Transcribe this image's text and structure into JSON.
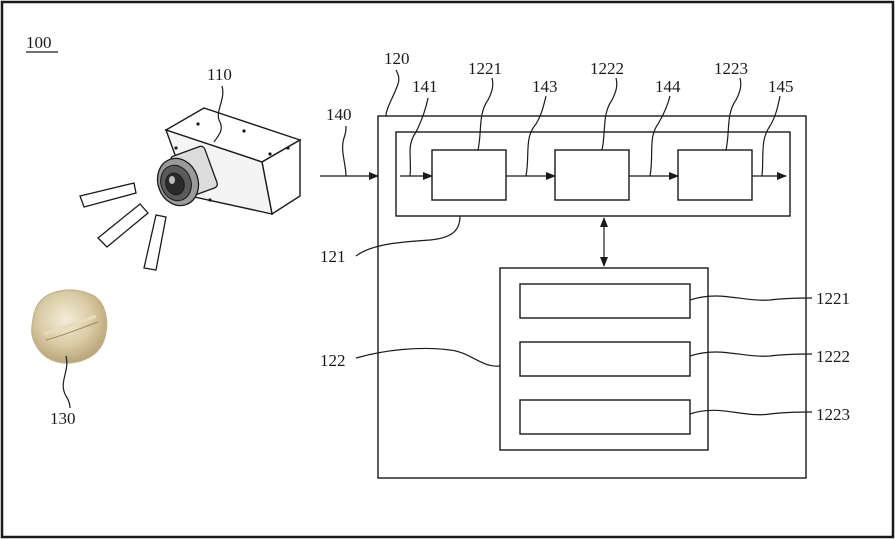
{
  "figure": {
    "figure_number": "100",
    "camera_label": "110",
    "system_label": "120",
    "object_label": "130",
    "input_arrow_label": "140",
    "pipeline_label": "121",
    "storage_label": "122",
    "signal_labels": [
      "141",
      "143",
      "144",
      "145"
    ],
    "stage_labels": [
      "1221",
      "1222",
      "1223"
    ],
    "storage_item_labels": [
      "1221",
      "1222",
      "1223"
    ]
  }
}
